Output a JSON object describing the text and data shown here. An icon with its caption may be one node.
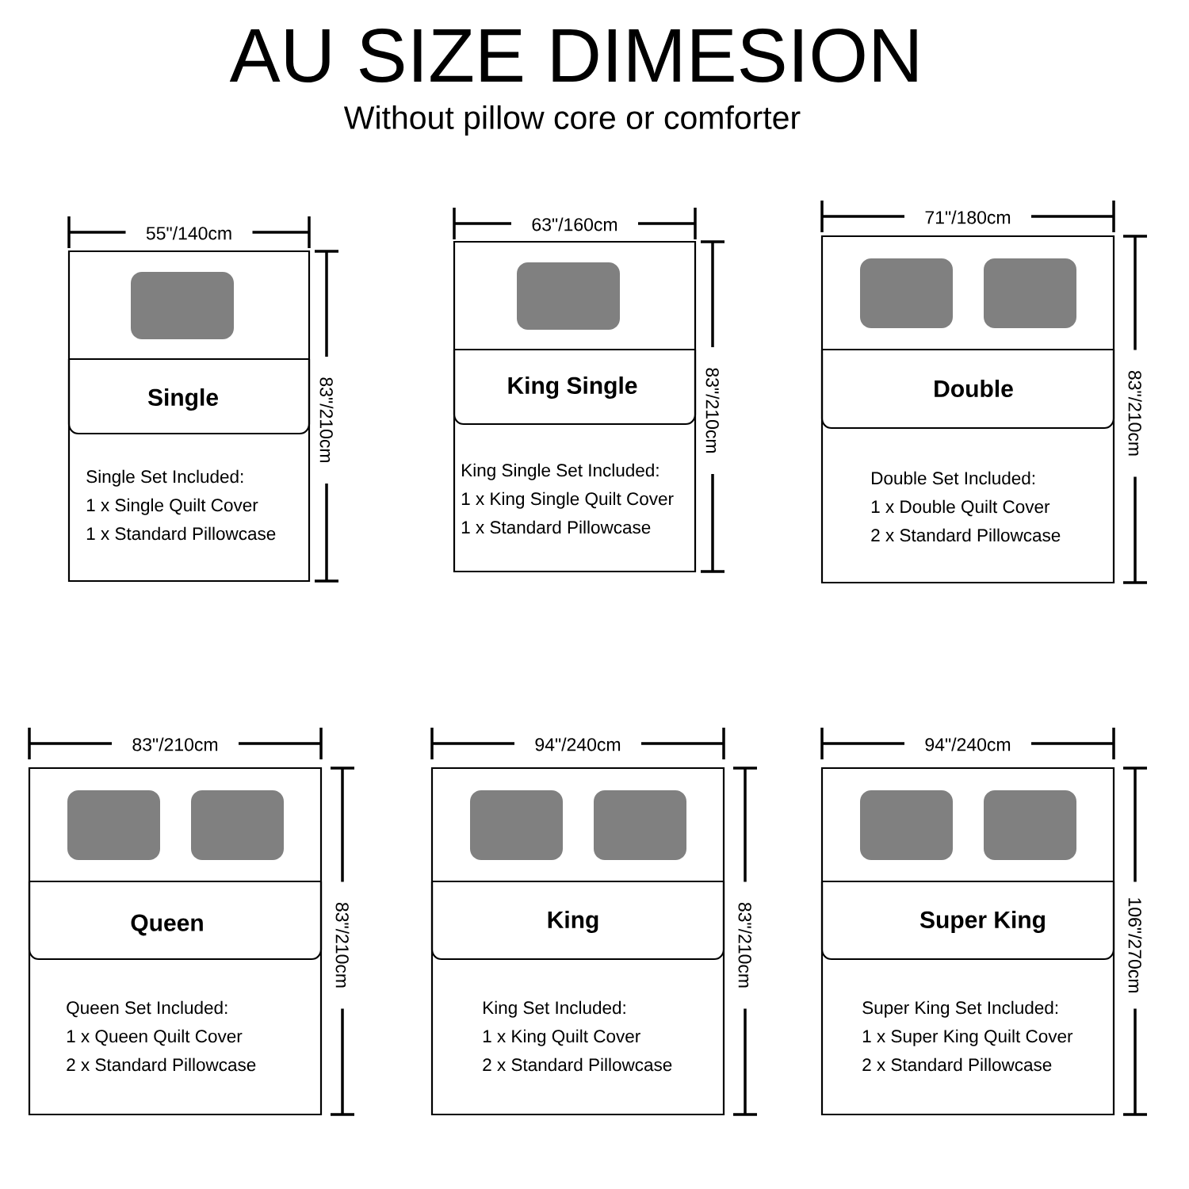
{
  "diagram": {
    "title": "AU SIZE DIMESION",
    "caption": "Without pillow core or comforter",
    "nodes": [
      {
        "text": [
          "Single",
          "Single Set Included:",
          "1 x Single Quilt Cover",
          "1 x Standard Pillowcase"
        ]
      },
      {
        "text": [
          "King Single",
          "King Single Set Included:",
          "1 x King Single Quilt Cover",
          "1 x Standard Pillowcase"
        ]
      },
      {
        "text": [
          "Double",
          "Double Set Included:",
          "1 x Double Quilt Cover",
          "2 x Standard Pillowcase"
        ]
      },
      {
        "text": [
          "Queen",
          "Queen Set Included:",
          "1 x Queen Quilt Cover",
          "2 x Standard Pillowcase"
        ]
      },
      {
        "text": [
          "King",
          "King Set Included:",
          "1 x King Quilt Cover",
          "2 x Standard Pillowcase"
        ]
      },
      {
        "text": [
          "Super King",
          "Super King Set Included:",
          "1 x Super King Quilt Cover",
          "2 x Standard Pillowcase"
        ]
      }
    ],
    "labels": [
      "55\"/140cm",
      "83\"/210cm",
      "63\"/160cm",
      "83\"/210cm",
      "71\"/180cm",
      "83\"/210cm",
      "83\"/210cm",
      "83\"/210cm",
      "94\"/240cm",
      "83\"/210cm",
      "94\"/240cm",
      "106\"/270cm"
    ]
  }
}
